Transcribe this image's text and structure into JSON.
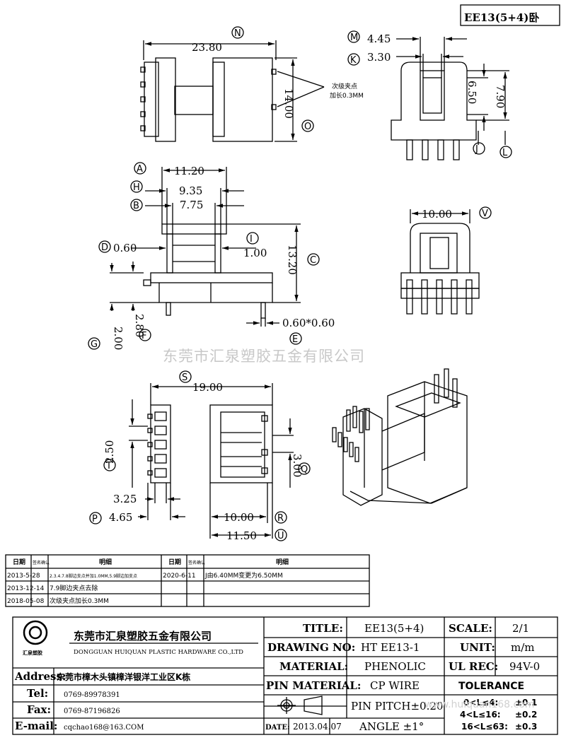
{
  "header": {
    "part_code": "EE13(5+4)卧"
  },
  "dims": {
    "N": "23.80",
    "N_label": "N",
    "M": "4.45",
    "M_label": "M",
    "K": "3.30",
    "K_label": "K",
    "h650": "6.50",
    "h790": "7.90",
    "J_label": "J",
    "L_label": "L",
    "w1400": "14.00",
    "O_label": "O",
    "note1": "次级夹点",
    "note2": "加长0.3MM",
    "A": "11.20",
    "A_label": "A",
    "H": "9.35",
    "H_label": "H",
    "B": "7.75",
    "B_label": "B",
    "D": "0.60",
    "D_label": "D",
    "I": "1.00",
    "I_label": "I",
    "C": "13.20",
    "C_label": "C",
    "F": "2.80",
    "F_label": "F",
    "G": "2.00",
    "G_label": "G",
    "E": "0.60*0.60",
    "E_label": "E",
    "V": "10.00",
    "V_label": "V",
    "S": "19.00",
    "S_label": "S",
    "T": "2.50",
    "T_label": "T",
    "Q": "3.00",
    "Q_label": "Q",
    "d325": "3.25",
    "P": "4.65",
    "P_label": "P",
    "R": "10.00",
    "R_label": "R",
    "U": "11.50",
    "U_label": "U"
  },
  "watermark": "东莞市汇泉塑胶五金有限公司",
  "watermark2": "www.huiquan168.com",
  "revisions": {
    "col_date": "日期",
    "col_sign": "签名确认",
    "col_detail": "明细",
    "rows": [
      {
        "date": "2013-5-28",
        "detail": "2.3.4.7.8脚边支点并加1.0MM,5.9脚边加支点"
      },
      {
        "date": "2013-12-14",
        "detail": "7.9脚边夹点去除"
      },
      {
        "date": "2018-05-08",
        "detail": "次级夹点加长0.3MM"
      }
    ],
    "rows_right": [
      {
        "date": "2020-6-11",
        "detail": "J由6.40MM变更为6.50MM"
      }
    ]
  },
  "company": {
    "name_cn": "东莞市汇泉塑胶五金有限公司",
    "name_en": "DONGGUAN HUIQUAN PLASTIC HARDWARE CO.,LTD",
    "logo_text": "汇泉塑胶",
    "address_label": "Address:",
    "address": "东莞市樟木头镇樟洋银洋工业区K栋",
    "tel_label": "Tel:",
    "tel": "0769-89978391",
    "fax_label": "Fax:",
    "fax": "0769-87196826",
    "email_label": "E-mail:",
    "email": "cqchao168@163.COM"
  },
  "title_block": {
    "title_label": "TITLE:",
    "title": "EE13(5+4)",
    "drawing_label": "DRAWING NO:",
    "drawing": "HT EE13-1",
    "material_label": "MATERIAL:",
    "material": "PHENOLIC",
    "pin_material_label": "PIN MATERIAL:",
    "pin_material": "CP WIRE",
    "pin_pitch": "PIN PITCH±0.20",
    "angle": "ANGLE  ±1°",
    "date_label": "DATE:",
    "date": "2013.04.07",
    "scale_label": "SCALE:",
    "scale": "2/1",
    "unit_label": "UNIT:",
    "unit": "m/m",
    "ul_label": "UL REC:",
    "ul": "94V-0",
    "tolerance_label": "TOLERANCE",
    "tol1": "0<L≤4:",
    "tol1v": "±0.1",
    "tol2": "4<L≤16:",
    "tol2v": "±0.2",
    "tol3": "16<L≤63:",
    "tol3v": "±0.3"
  }
}
